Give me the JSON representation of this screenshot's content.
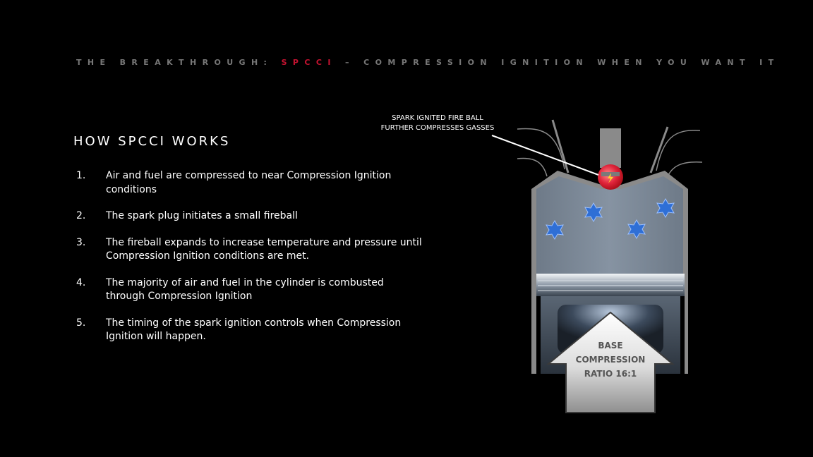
{
  "header": {
    "prefix": "THE BREAKTHROUGH: ",
    "highlight": "SPCCI",
    "suffix": " – COMPRESSION IGNITION WHEN YOU WANT IT"
  },
  "section_title": "HOW SPCCI WORKS",
  "steps": [
    {
      "num": "1.",
      "text": "Air and fuel are compressed to near Compression Ignition conditions"
    },
    {
      "num": "2.",
      "text": "The spark plug initiates a small fireball"
    },
    {
      "num": "3.",
      "text": "The fireball expands to increase temperature and pressure until Compression Ignition conditions are met."
    },
    {
      "num": "4.",
      "text": "The majority of air and fuel in the cylinder is combusted through Compression Ignition"
    },
    {
      "num": "5.",
      "text": "The timing of the spark ignition controls when Compression Ignition will happen."
    }
  ],
  "diagram": {
    "callout_line1": "SPARK IGNITED FIRE BALL",
    "callout_line2": "FURTHER COMPRESSES GASSES",
    "arrow_line1": "BASE",
    "arrow_line2": "COMPRESSION",
    "arrow_line3": "RATIO 16:1"
  },
  "colors": {
    "accent": "#c41230",
    "cylinder_fill": "#7d8a99",
    "fuel_particle": "#2f6fd6",
    "fireball": "#e0243a"
  }
}
